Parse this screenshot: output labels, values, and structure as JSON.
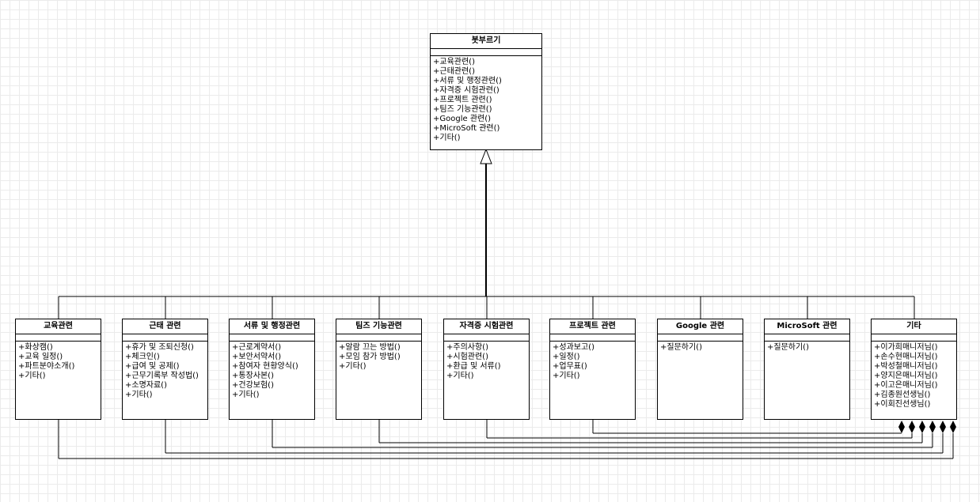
{
  "parent": {
    "name": "봇부르기",
    "ops": [
      "+교육관련()",
      "+근태관련()",
      "+서류 및 행정관련()",
      "+자격증 시험관련()",
      "+프로젝트 관련()",
      "+팀즈 기능관련()",
      "+Google 관련()",
      "+MicroSoft 관련()",
      "+기타()"
    ]
  },
  "children": [
    {
      "name": "교육관련",
      "ops": [
        "+화상캠()",
        "+교육 일정()",
        "+파트분야소개()",
        "+기타()"
      ]
    },
    {
      "name": "근태 관련",
      "ops": [
        "+휴가 및 조퇴신청()",
        "+체크인()",
        "+급여 및 공제()",
        "+근무기록부 작성법()",
        "+소명자료()",
        "+기타()"
      ]
    },
    {
      "name": "서류 및 행정관련",
      "ops": [
        "+근로계약서()",
        "+보안서약서()",
        "+참여자 현황양식()",
        "+통장사본()",
        "+건강보험()",
        "+기타()"
      ]
    },
    {
      "name": "팀즈 기능관련",
      "ops": [
        "+알람 끄는 방법()",
        "+모임 참가 방법()",
        "+기타()"
      ]
    },
    {
      "name": "자격증 시험관련",
      "ops": [
        "+주의사항()",
        "+시험관련()",
        "+환급 및 서류()",
        "+기타()"
      ]
    },
    {
      "name": "프로젝트 관련",
      "ops": [
        "+성과보고()",
        "+일정()",
        "+업무표()",
        "+기타()"
      ]
    },
    {
      "name": "Google 관련",
      "ops": [
        "+질문하기()"
      ]
    },
    {
      "name": "MicroSoft 관련",
      "ops": [
        "+질문하기()"
      ]
    },
    {
      "name": "기타",
      "ops": [
        "+이가희매니저님()",
        "+손수현매니저님()",
        "+박성철매니저님()",
        "+양지은매니저님()",
        "+이고은매니저님()",
        "+김종원선생님()",
        "+이회진선생님()"
      ]
    }
  ]
}
